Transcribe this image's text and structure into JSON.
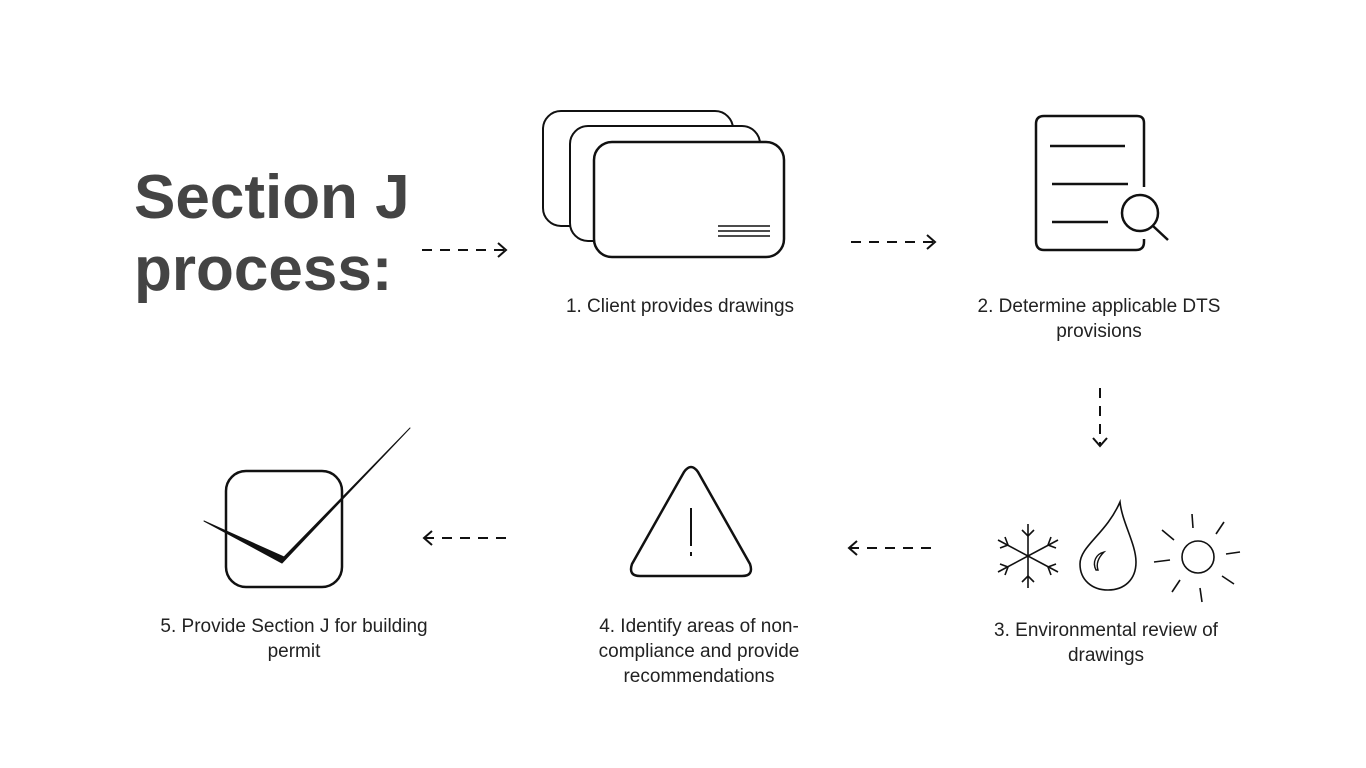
{
  "title": {
    "line1": "Section J",
    "line2": "process:"
  },
  "steps": [
    {
      "caption": "1. Client provides drawings",
      "icon": "stacked-drawings-icon"
    },
    {
      "caption": "2. Determine applicable DTS provisions",
      "icon": "document-search-icon"
    },
    {
      "caption": "3. Environmental review of drawings",
      "icon": "environment-icons"
    },
    {
      "caption": "4. Identify areas of non-compliance and provide recommendations",
      "icon": "warning-icon"
    },
    {
      "caption": "5. Provide Section J for building permit",
      "icon": "checkbox-checked-icon"
    }
  ],
  "colors": {
    "title": "#444444",
    "stroke": "#111111",
    "text": "#222222"
  }
}
